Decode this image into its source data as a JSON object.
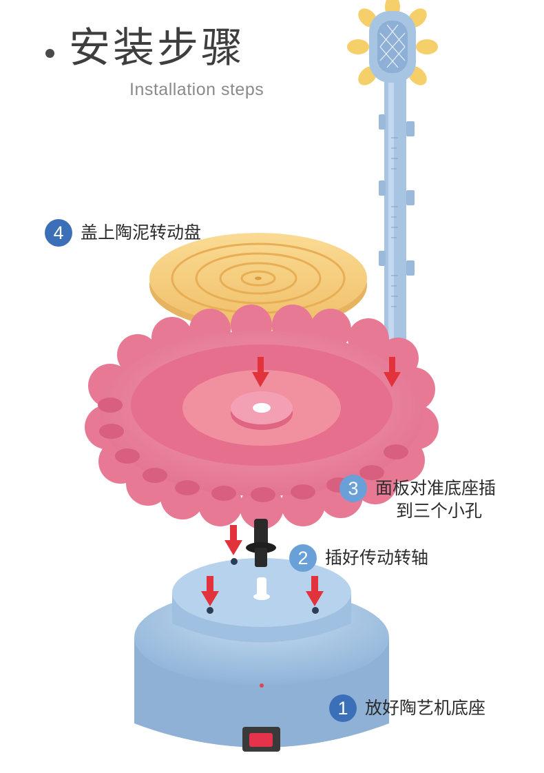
{
  "header": {
    "title": "安装步骤",
    "subtitle": "Installation steps"
  },
  "steps": [
    {
      "number": "1",
      "label": "放好陶艺机底座"
    },
    {
      "number": "2",
      "label": "插好传动转轴"
    },
    {
      "number": "3",
      "label_line1": "面板对准底座插",
      "label_line2": "到三个小孔"
    },
    {
      "number": "4",
      "label": "盖上陶泥转动盘"
    }
  ],
  "colors": {
    "badge_dark": "#3b6fb8",
    "badge_light": "#6aa0d8",
    "base": "#a9c9e6",
    "panel": "#ee8aa2",
    "turntable": "#f7cf7e",
    "tool": "#a7c4e2",
    "arrow": "#e2323c"
  }
}
